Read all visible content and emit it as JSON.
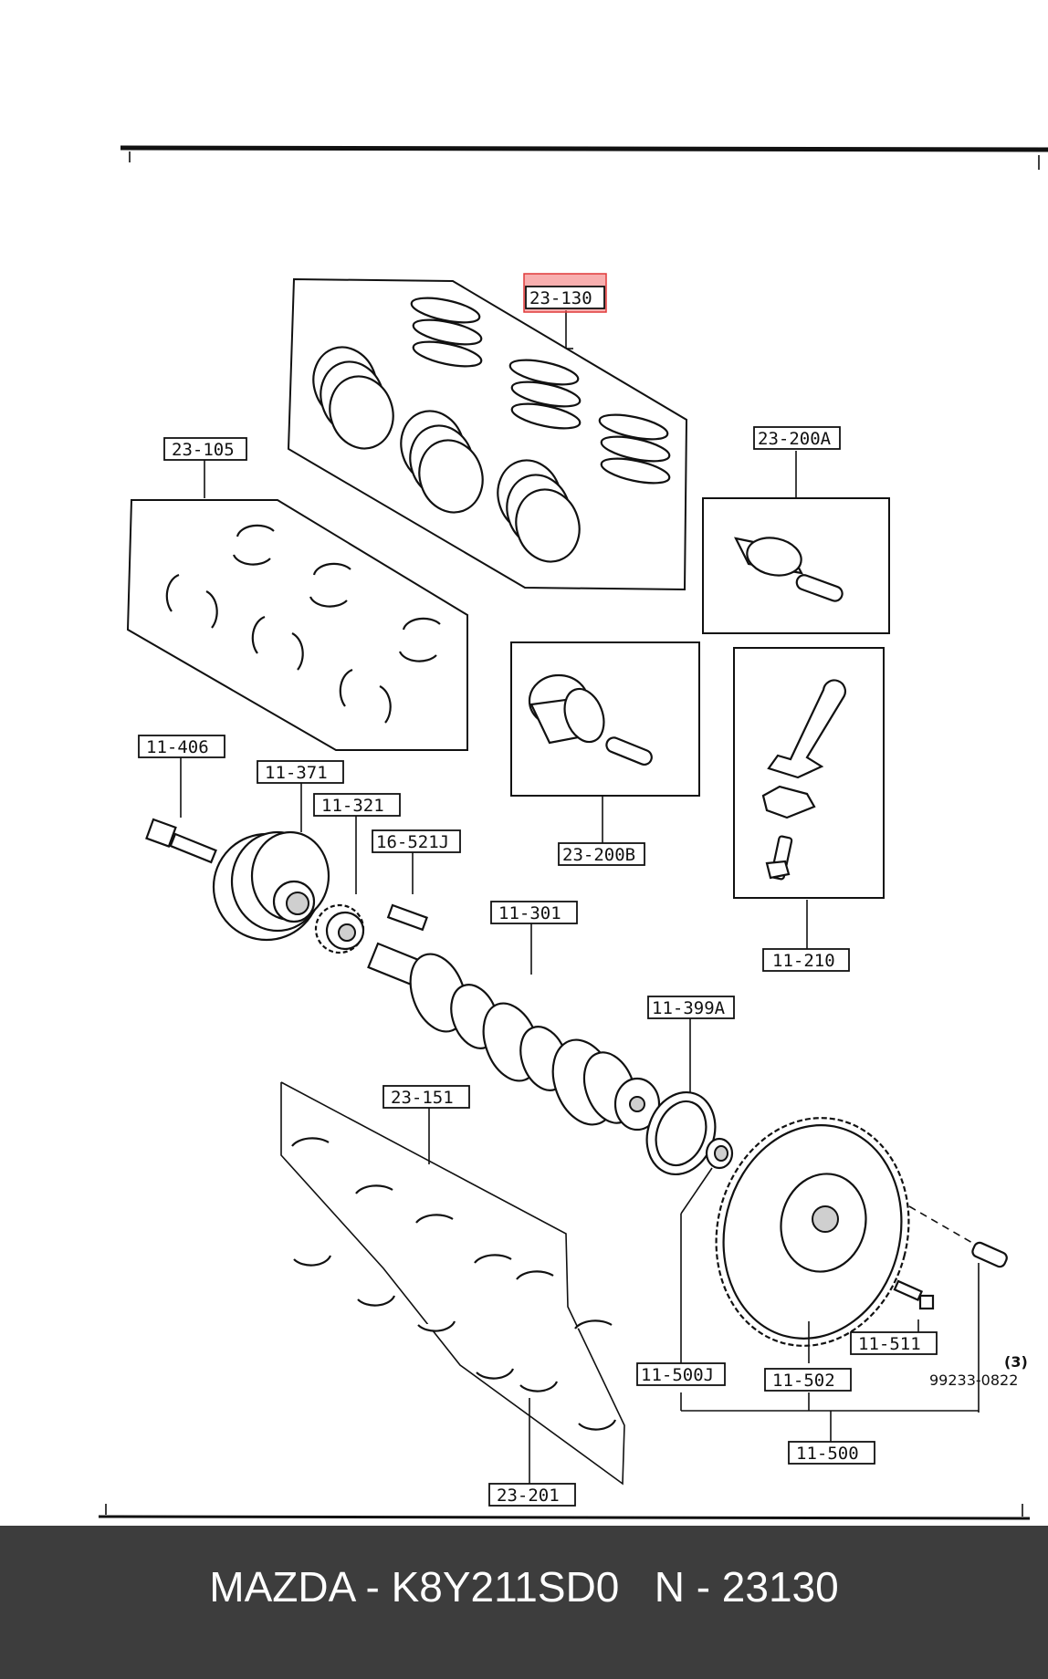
{
  "labels": {
    "l_23_130": "23-130",
    "l_23_105": "23-105",
    "l_23_200a": "23-200A",
    "l_23_200b": "23-200B",
    "l_11_210": "11-210",
    "l_11_406": "11-406",
    "l_11_371": "11-371",
    "l_11_321": "11-321",
    "l_16_521j": "16-521J",
    "l_11_301": "11-301",
    "l_11_399a": "11-399A",
    "l_23_151": "23-151",
    "l_11_511": "11-511",
    "l_11_500j": "11-500J",
    "l_11_502": "11-502",
    "l_11_500": "11-500",
    "l_23_201": "23-201",
    "qty": "(3)",
    "part_99233": "99233-0822"
  },
  "highlight_color": "#f26d6d",
  "footer": {
    "text": "MAZDA - K8Y211SD0   N - 23130",
    "background": "#3d3d3d",
    "color": "#ffffff"
  }
}
